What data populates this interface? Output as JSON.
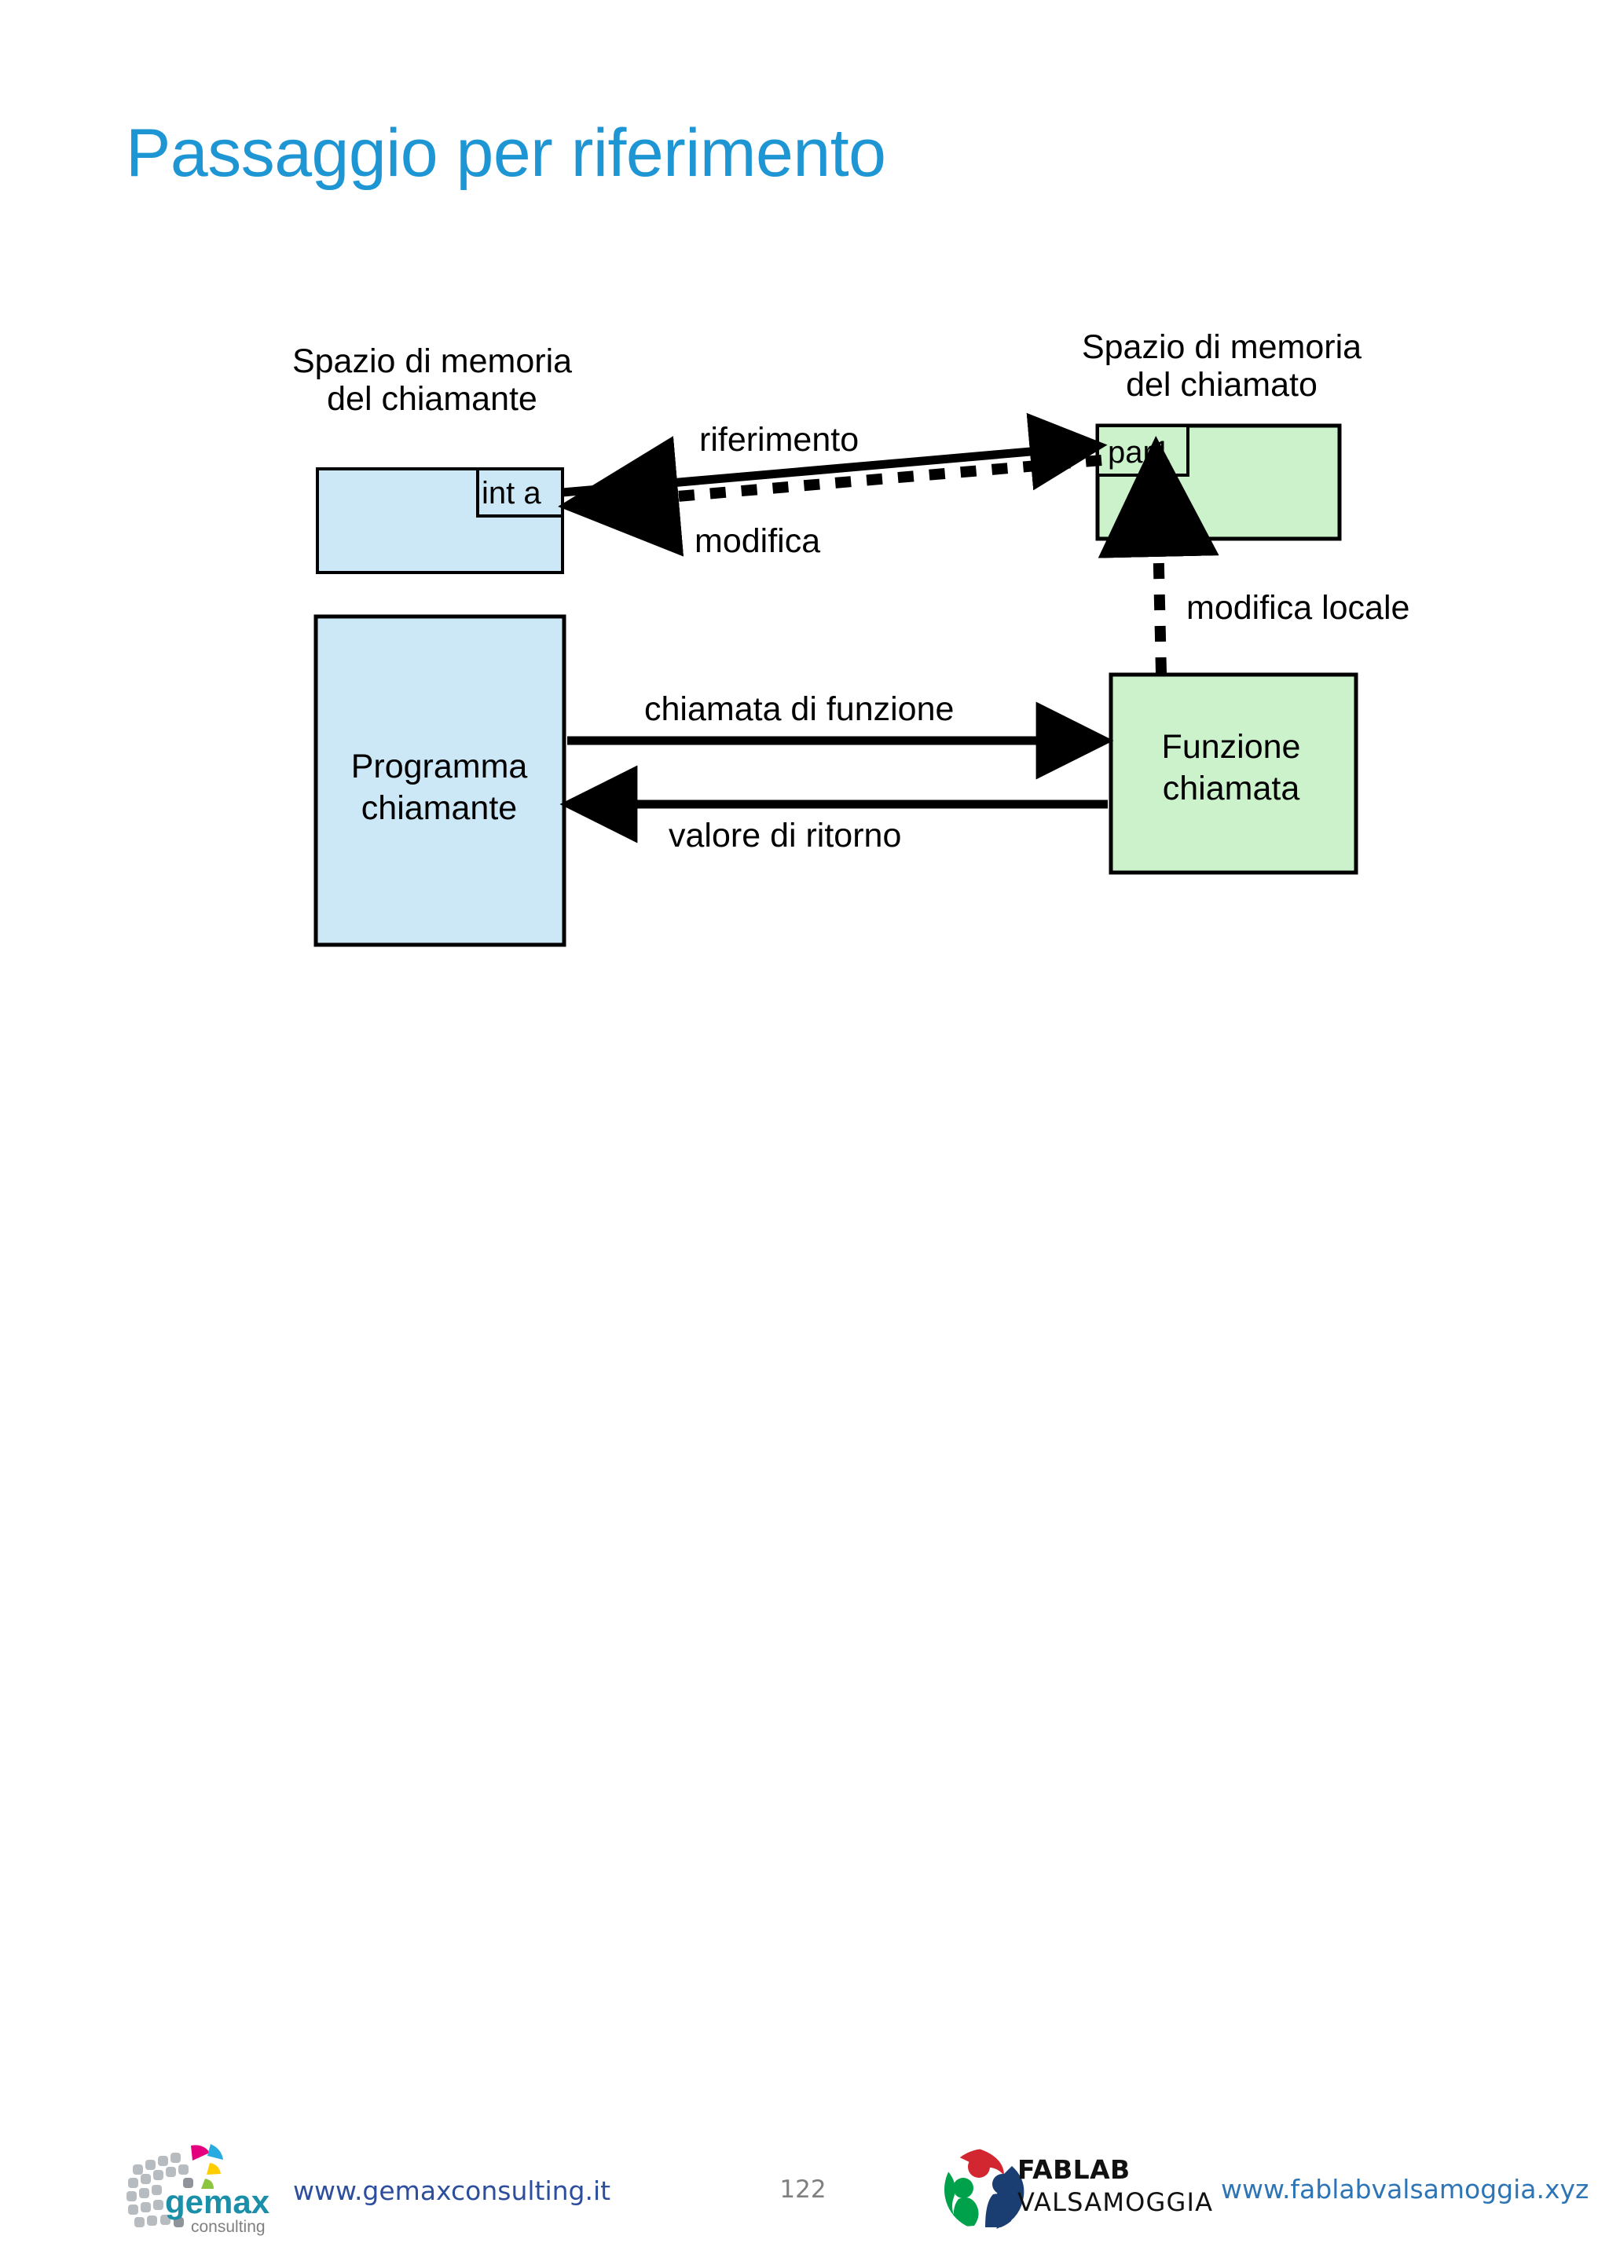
{
  "slide": {
    "title": "Passaggio per riferimento",
    "title_color": "#1E96D4"
  },
  "diagram": {
    "caller_space_line1": "Spazio di memoria",
    "caller_space_line2": "del chiamante",
    "callee_space_line1": "Spazio di memoria",
    "callee_space_line2": "del chiamato",
    "caller_memory_cell": "int a",
    "callee_memory_cell": "par1",
    "caller_program_line1": "Programma",
    "caller_program_line2": "chiamante",
    "callee_function_line1": "Funzione",
    "callee_function_line2": "chiamata",
    "arrow_reference": "riferimento",
    "arrow_modify": "modifica",
    "arrow_local_modify": "modifica locale",
    "arrow_call": "chiamata di funzione",
    "arrow_return": "valore di ritorno",
    "caller_fill": "#CCE8F7",
    "callee_fill": "#CCF2CC",
    "stroke": "#000000"
  },
  "footer": {
    "gemax_url": "www.gemaxconsulting.it",
    "fablab_url": "www.fablabvalsamoggia.xyz",
    "fablab_name_line1": "FABLAB",
    "fablab_name_line2": "VALSAMOGGIA",
    "gemax_wordmark": "gemax",
    "gemax_subwordmark": "consulting",
    "page_number": "122"
  }
}
